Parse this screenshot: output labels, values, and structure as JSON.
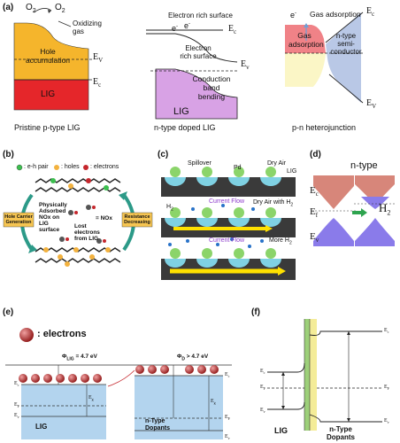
{
  "panel_a": {
    "label": "(a)",
    "sub1": {
      "o2_left": "O",
      "o2_left_sub": "2",
      "o2_right": "O",
      "o2_right_sub": "2",
      "oxidizing": "Oxidizing gas",
      "hole_acc": "Hole accumulation",
      "lig": "LIG",
      "ev": "E",
      "ev_sub": "V",
      "ec": "E",
      "ec_sub": "c",
      "caption": "Pristine p-type LIG"
    },
    "sub2": {
      "electron_rich_top": "Electron rich surface",
      "e1": "e",
      "e2": "e",
      "electron_rich_mid": "Electron rich surface",
      "conduction": "Conduction band bending",
      "lig": "LIG",
      "ec": "E",
      "ec_sub": "c",
      "ev": "E",
      "ev_sub": "v",
      "caption": "n-type doped LIG"
    },
    "sub3": {
      "e_minus": "e",
      "gas_ads_top": "Gas adsorption",
      "gas_ads_left": "Gas adsorption",
      "n_type": "n-type semi-conductor",
      "ec": "E",
      "ec_sub": "c",
      "ev": "E",
      "ev_sub": "V",
      "caption": "p-n heterojunction"
    },
    "colors": {
      "orange": "#f5b52c",
      "red": "#e5262a",
      "purple": "#d8a2e5",
      "pink": "#f08287",
      "cream": "#fbf6c6",
      "blue": "#b9c8e6"
    }
  },
  "panel_b": {
    "label": "(b)",
    "legend_pair": ": e-h pair",
    "legend_holes": ": holes",
    "legend_electrons": ": electrons",
    "adsorbed": "Physically Adsorbed NOx on LIG surface",
    "nox": "= NOx",
    "lost": "Lost electrons from LIG",
    "hole_gen": "Hole Carrier Generation",
    "resistance": "Resistance Decreasing"
  },
  "panel_c": {
    "label": "(c)",
    "spillover": "Spillover",
    "pd": "Pd",
    "dry_air": "Dry Air",
    "lig": "LIG",
    "current1": "Current Flow",
    "h2_a": "H",
    "h2_a_sub": "2",
    "dry_air_h2": "Dry Air with H",
    "dry_air_h2_sub": "2",
    "current2": "Current Flow",
    "more_h2": "More H",
    "more_h2_sub": "2"
  },
  "panel_d": {
    "label": "(d)",
    "n_type": "n-type",
    "ec": "E",
    "ec_sub": "c",
    "ef": "E",
    "ef_sub": "f",
    "ev": "E",
    "ev_sub": "v",
    "h2": "H",
    "h2_sub": "2"
  },
  "panel_e": {
    "label": "(e)",
    "electrons": ": electrons",
    "phi_lig": "Φ",
    "phi_lig_sub": "LIG",
    "phi_lig_val": " = 4.7 eV",
    "phi_d": "Φ",
    "phi_d_sub": "D",
    "phi_d_val": " > 4.7 eV",
    "lig_ec": "E",
    "lig_ec_sub": "c",
    "lig_eg": "E",
    "lig_eg_sub": "g",
    "lig_ef": "E",
    "lig_ef_sub": "F",
    "lig_ev": "E",
    "lig_ev_sub": "v",
    "lig": "LIG",
    "d_ec": "E",
    "d_ec_sub": "c",
    "d_eg": "E",
    "d_eg_sub": "g",
    "d_ef": "E",
    "d_ef_sub": "F",
    "d_ev": "E",
    "d_ev_sub": "v",
    "dopants": "n-Type Dopants"
  },
  "panel_f": {
    "label": "(f)",
    "ec_r": "E",
    "ec_r_sub": "c",
    "ec_l": "E",
    "ec_l_sub": "c",
    "ef_r": "E",
    "ef_r_sub": "F",
    "ef_l": "E",
    "ef_l_sub": "F",
    "ev_l": "E",
    "ev_l_sub": "v",
    "ev_r": "E",
    "ev_r_sub": "v",
    "lig": "LIG",
    "dopants": "n-Type Dopants"
  }
}
